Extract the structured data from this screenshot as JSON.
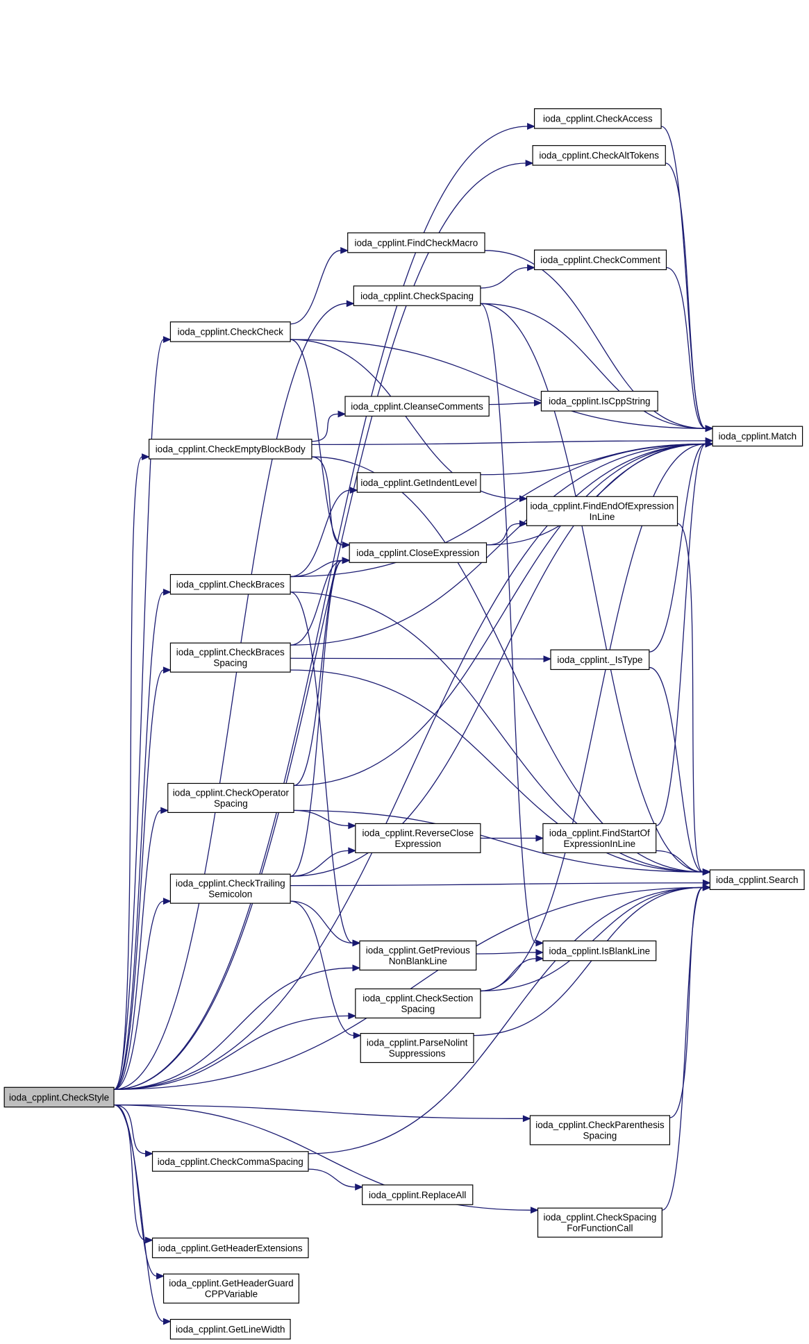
{
  "graph": {
    "nodes": [
      {
        "id": "CheckStyle",
        "lines": [
          "ioda_cpplint.CheckStyle"
        ],
        "root": true
      },
      {
        "id": "CheckAccess",
        "lines": [
          "ioda_cpplint.CheckAccess"
        ]
      },
      {
        "id": "CheckAltTokens",
        "lines": [
          "ioda_cpplint.CheckAltTokens"
        ]
      },
      {
        "id": "FindCheckMacro",
        "lines": [
          "ioda_cpplint.FindCheckMacro"
        ]
      },
      {
        "id": "CheckComment",
        "lines": [
          "ioda_cpplint.CheckComment"
        ]
      },
      {
        "id": "CheckSpacing",
        "lines": [
          "ioda_cpplint.CheckSpacing"
        ]
      },
      {
        "id": "CheckCheck",
        "lines": [
          "ioda_cpplint.CheckCheck"
        ]
      },
      {
        "id": "CleanseComments",
        "lines": [
          "ioda_cpplint.CleanseComments"
        ]
      },
      {
        "id": "IsCppString",
        "lines": [
          "ioda_cpplint.IsCppString"
        ]
      },
      {
        "id": "CheckEmptyBlockBody",
        "lines": [
          "ioda_cpplint.CheckEmptyBlockBody"
        ]
      },
      {
        "id": "Match",
        "lines": [
          "ioda_cpplint.Match"
        ]
      },
      {
        "id": "GetIndentLevel",
        "lines": [
          "ioda_cpplint.GetIndentLevel"
        ]
      },
      {
        "id": "FindEndOfExpressionInLine",
        "lines": [
          "ioda_cpplint.FindEndOfExpression",
          "InLine"
        ]
      },
      {
        "id": "CloseExpression",
        "lines": [
          "ioda_cpplint.CloseExpression"
        ]
      },
      {
        "id": "CheckBraces",
        "lines": [
          "ioda_cpplint.CheckBraces"
        ]
      },
      {
        "id": "CheckBracesSpacing",
        "lines": [
          "ioda_cpplint.CheckBraces",
          "Spacing"
        ]
      },
      {
        "id": "IsType",
        "lines": [
          "ioda_cpplint._IsType"
        ]
      },
      {
        "id": "CheckOperatorSpacing",
        "lines": [
          "ioda_cpplint.CheckOperator",
          "Spacing"
        ]
      },
      {
        "id": "ReverseCloseExpression",
        "lines": [
          "ioda_cpplint.ReverseClose",
          "Expression"
        ]
      },
      {
        "id": "FindStartOfExpressionInLine",
        "lines": [
          "ioda_cpplint.FindStartOf",
          "ExpressionInLine"
        ]
      },
      {
        "id": "CheckTrailingSemicolon",
        "lines": [
          "ioda_cpplint.CheckTrailing",
          "Semicolon"
        ]
      },
      {
        "id": "Search",
        "lines": [
          "ioda_cpplint.Search"
        ]
      },
      {
        "id": "GetPreviousNonBlankLine",
        "lines": [
          "ioda_cpplint.GetPrevious",
          "NonBlankLine"
        ]
      },
      {
        "id": "IsBlankLine",
        "lines": [
          "ioda_cpplint.IsBlankLine"
        ]
      },
      {
        "id": "CheckSectionSpacing",
        "lines": [
          "ioda_cpplint.CheckSection",
          "Spacing"
        ]
      },
      {
        "id": "ParseNolintSuppressions",
        "lines": [
          "ioda_cpplint.ParseNolint",
          "Suppressions"
        ]
      },
      {
        "id": "CheckParenthesisSpacing",
        "lines": [
          "ioda_cpplint.CheckParenthesis",
          "Spacing"
        ]
      },
      {
        "id": "CheckCommaSpacing",
        "lines": [
          "ioda_cpplint.CheckCommaSpacing"
        ]
      },
      {
        "id": "ReplaceAll",
        "lines": [
          "ioda_cpplint.ReplaceAll"
        ]
      },
      {
        "id": "CheckSpacingForFunctionCall",
        "lines": [
          "ioda_cpplint.CheckSpacing",
          "ForFunctionCall"
        ]
      },
      {
        "id": "GetHeaderExtensions",
        "lines": [
          "ioda_cpplint.GetHeaderExtensions"
        ]
      },
      {
        "id": "GetHeaderGuardCPPVariable",
        "lines": [
          "ioda_cpplint.GetHeaderGuard",
          "CPPVariable"
        ]
      },
      {
        "id": "GetLineWidth",
        "lines": [
          "ioda_cpplint.GetLineWidth"
        ]
      }
    ],
    "edges": [
      [
        "CheckStyle",
        "Match"
      ],
      [
        "CheckStyle",
        "CheckAccess"
      ],
      [
        "CheckStyle",
        "CheckAltTokens"
      ],
      [
        "CheckStyle",
        "CheckSpacing"
      ],
      [
        "CheckStyle",
        "CheckCheck"
      ],
      [
        "CheckStyle",
        "CheckEmptyBlockBody"
      ],
      [
        "CheckStyle",
        "CheckBraces"
      ],
      [
        "CheckStyle",
        "CheckBracesSpacing"
      ],
      [
        "CheckStyle",
        "CheckOperatorSpacing"
      ],
      [
        "CheckStyle",
        "CheckTrailingSemicolon"
      ],
      [
        "CheckStyle",
        "GetPreviousNonBlankLine"
      ],
      [
        "CheckStyle",
        "CheckSectionSpacing"
      ],
      [
        "CheckStyle",
        "Search"
      ],
      [
        "CheckStyle",
        "CheckParenthesisSpacing"
      ],
      [
        "CheckStyle",
        "CheckCommaSpacing"
      ],
      [
        "CheckStyle",
        "CheckSpacingForFunctionCall"
      ],
      [
        "CheckStyle",
        "GetHeaderExtensions"
      ],
      [
        "CheckStyle",
        "GetHeaderGuardCPPVariable"
      ],
      [
        "CheckStyle",
        "GetLineWidth"
      ],
      [
        "CheckAccess",
        "Match"
      ],
      [
        "CheckAltTokens",
        "Match"
      ],
      [
        "FindCheckMacro",
        "Match"
      ],
      [
        "CheckComment",
        "Match"
      ],
      [
        "CheckSpacing",
        "CheckComment"
      ],
      [
        "CheckSpacing",
        "Match"
      ],
      [
        "CheckSpacing",
        "Search"
      ],
      [
        "CheckSpacing",
        "IsBlankLine"
      ],
      [
        "CheckCheck",
        "Match"
      ],
      [
        "CheckCheck",
        "FindCheckMacro"
      ],
      [
        "CheckCheck",
        "FindEndOfExpressionInLine"
      ],
      [
        "CheckCheck",
        "CloseExpression"
      ],
      [
        "CleanseComments",
        "IsCppString"
      ],
      [
        "CheckEmptyBlockBody",
        "Match"
      ],
      [
        "CheckEmptyBlockBody",
        "CleanseComments"
      ],
      [
        "CheckEmptyBlockBody",
        "Search"
      ],
      [
        "CheckEmptyBlockBody",
        "CloseExpression"
      ],
      [
        "GetIndentLevel",
        "Match"
      ],
      [
        "FindEndOfExpressionInLine",
        "Search"
      ],
      [
        "CloseExpression",
        "FindEndOfExpressionInLine"
      ],
      [
        "CloseExpression",
        "Match"
      ],
      [
        "CheckBraces",
        "GetIndentLevel"
      ],
      [
        "CheckBraces",
        "Match"
      ],
      [
        "CheckBraces",
        "CloseExpression"
      ],
      [
        "CheckBraces",
        "Search"
      ],
      [
        "CheckBraces",
        "GetPreviousNonBlankLine"
      ],
      [
        "CheckBracesSpacing",
        "CloseExpression"
      ],
      [
        "CheckBracesSpacing",
        "Match"
      ],
      [
        "CheckBracesSpacing",
        "IsType"
      ],
      [
        "CheckBracesSpacing",
        "Search"
      ],
      [
        "IsType",
        "Match"
      ],
      [
        "IsType",
        "Search"
      ],
      [
        "CheckOperatorSpacing",
        "CloseExpression"
      ],
      [
        "CheckOperatorSpacing",
        "Match"
      ],
      [
        "CheckOperatorSpacing",
        "ReverseCloseExpression"
      ],
      [
        "CheckOperatorSpacing",
        "Search"
      ],
      [
        "ReverseCloseExpression",
        "FindStartOfExpressionInLine"
      ],
      [
        "FindStartOfExpressionInLine",
        "Match"
      ],
      [
        "FindStartOfExpressionInLine",
        "Search"
      ],
      [
        "CheckTrailingSemicolon",
        "CloseExpression"
      ],
      [
        "CheckTrailingSemicolon",
        "ReverseCloseExpression"
      ],
      [
        "CheckTrailingSemicolon",
        "Match"
      ],
      [
        "CheckTrailingSemicolon",
        "Search"
      ],
      [
        "CheckTrailingSemicolon",
        "GetPreviousNonBlankLine"
      ],
      [
        "CheckTrailingSemicolon",
        "ParseNolintSuppressions"
      ],
      [
        "GetPreviousNonBlankLine",
        "IsBlankLine"
      ],
      [
        "CheckSectionSpacing",
        "IsBlankLine"
      ],
      [
        "CheckSectionSpacing",
        "Match"
      ],
      [
        "CheckSectionSpacing",
        "Search"
      ],
      [
        "ParseNolintSuppressions",
        "Search"
      ],
      [
        "CheckParenthesisSpacing",
        "Search"
      ],
      [
        "CheckCommaSpacing",
        "Search"
      ],
      [
        "CheckCommaSpacing",
        "ReplaceAll"
      ],
      [
        "CheckSpacingForFunctionCall",
        "Search"
      ]
    ]
  }
}
